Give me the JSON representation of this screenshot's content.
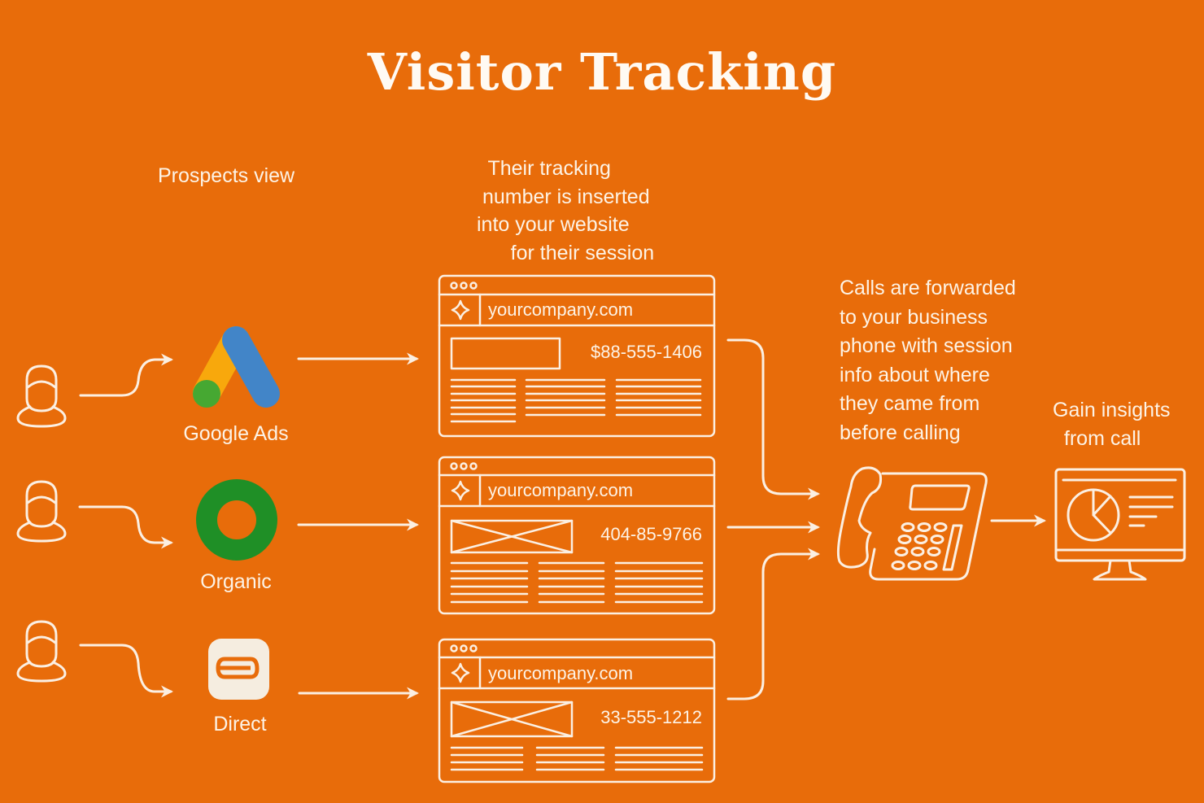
{
  "title": "Visitor Tracking",
  "captions": {
    "prospects": "Prospects view",
    "tracking": "  Their tracking\n number is inserted\ninto your website\n      for their session",
    "forwarding": "Calls are forwarded\nto your business\nphone with session\ninfo about where\nthey came from\nbefore calling",
    "insights": "Gain insights\n  from call"
  },
  "sources": [
    {
      "label": "Google Ads",
      "icon": "google-ads-icon"
    },
    {
      "label": "Organic",
      "icon": "organic-ring-icon"
    },
    {
      "label": "Direct",
      "icon": "direct-app-icon"
    }
  ],
  "websites": [
    {
      "url": "yourcompany.com",
      "phone": "$88-555-1406",
      "image": "empty-banner"
    },
    {
      "url": "yourcompany.com",
      "phone": "404-85-9766",
      "image": "placeholder-image"
    },
    {
      "url": "yourcompany.com",
      "phone": "33-555-1212",
      "image": "placeholder-image"
    }
  ],
  "colors": {
    "background": "#e86c0a",
    "foreground": "#fdf6ee",
    "google_blue": "#4285c8",
    "google_yellow": "#f8a80c",
    "google_green": "#46a832",
    "organic_green": "#1f8f26",
    "direct_bg": "#f5ede0"
  }
}
